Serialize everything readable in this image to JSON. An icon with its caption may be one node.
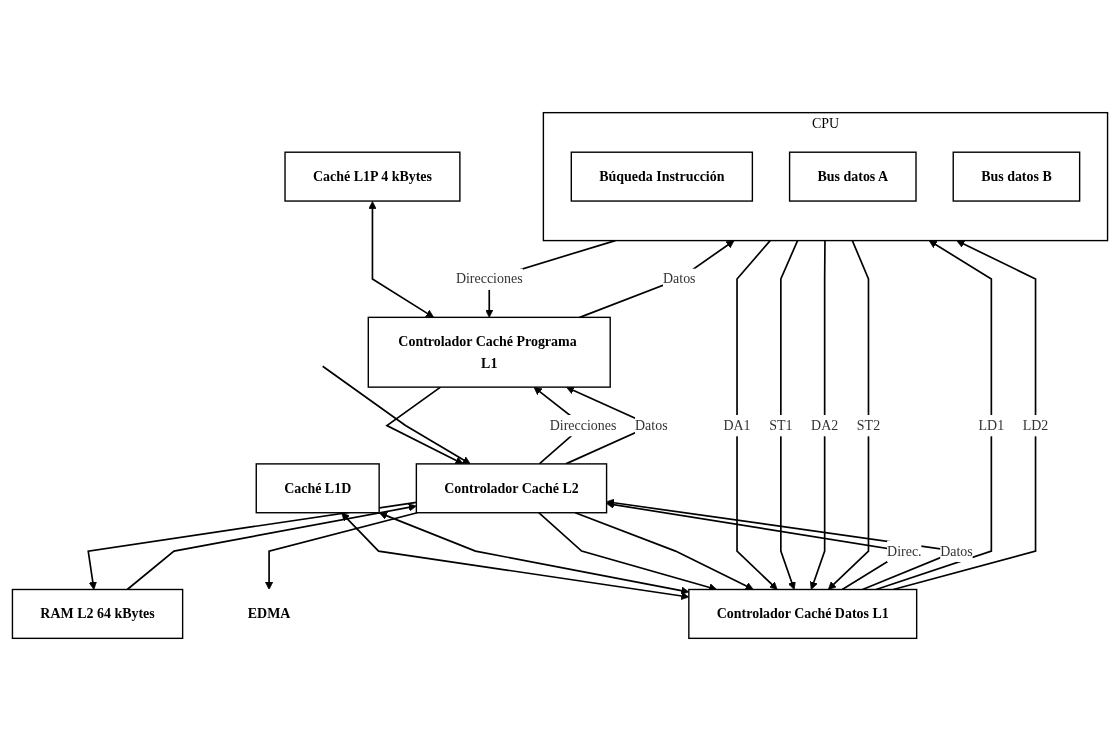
{
  "diagram": {
    "nodes": [
      {
        "text": [
          "Caché L1P 4 kBytes"
        ]
      },
      {
        "text": [
          "Controlador Caché Programa L1"
        ]
      },
      {
        "text": [
          "RAM L2 64 kBytes"
        ]
      },
      {
        "text": [
          "CPU"
        ]
      },
      {
        "text": [
          "Búqueda Instrucción"
        ],
        "in": 3
      },
      {
        "text": [
          "Bus datos A"
        ],
        "in": 3
      },
      {
        "text": [
          "Bus datos B"
        ],
        "in": 3
      },
      {
        "text": [
          "Controlador Caché L2"
        ]
      },
      {
        "text": [
          "Caché L1D"
        ]
      },
      {
        "text": [
          "Controlador Caché Datos L1"
        ]
      },
      {
        "text": [
          "EDMA"
        ]
      }
    ],
    "edges": [
      {
        "from": 0,
        "to": 1,
        "arrow": "both"
      },
      {
        "from": 7,
        "to": 1,
        "arrow": "to",
        "label": "Direcciones"
      },
      {
        "from": 7,
        "to": 1,
        "arrow": "to",
        "label": "Datos"
      },
      {
        "from": 1,
        "to": 7,
        "arrow": "to"
      },
      {
        "from": 3,
        "to": 1,
        "arrow": "to",
        "label": "Direcciones"
      },
      {
        "from": 1,
        "to": 3,
        "arrow": "to",
        "label": "Datos"
      },
      {
        "from": 2,
        "to": 7,
        "arrow": "to"
      },
      {
        "from": 7,
        "to": 2,
        "arrow": "to"
      },
      {
        "from": 7,
        "to": 10,
        "arrow": "to"
      },
      {
        "from": null,
        "to": 7,
        "arrow": "to"
      },
      {
        "from": 3,
        "to": 9,
        "arrow": "to",
        "label": "DA1"
      },
      {
        "from": 3,
        "to": 9,
        "arrow": "to",
        "label": "ST1"
      },
      {
        "from": 9,
        "to": 3,
        "arrow": "to",
        "label": "LD1"
      },
      {
        "from": 3,
        "to": 9,
        "arrow": "to",
        "label": "DA2"
      },
      {
        "from": 3,
        "to": 9,
        "arrow": "to",
        "label": "ST2"
      },
      {
        "from": 9,
        "to": 3,
        "arrow": "to",
        "label": "LD2"
      },
      {
        "from": 8,
        "to": 9,
        "arrow": "both"
      },
      {
        "from": 8,
        "to": 9,
        "arrow": "both"
      },
      {
        "from": 9,
        "to": 7,
        "arrow": "to",
        "label": "Direc."
      },
      {
        "from": 7,
        "to": 9,
        "arrow": "to"
      },
      {
        "from": 9,
        "to": 7,
        "arrow": "to",
        "label": "Datos"
      },
      {
        "from": 7,
        "to": 9,
        "arrow": "to"
      }
    ]
  }
}
